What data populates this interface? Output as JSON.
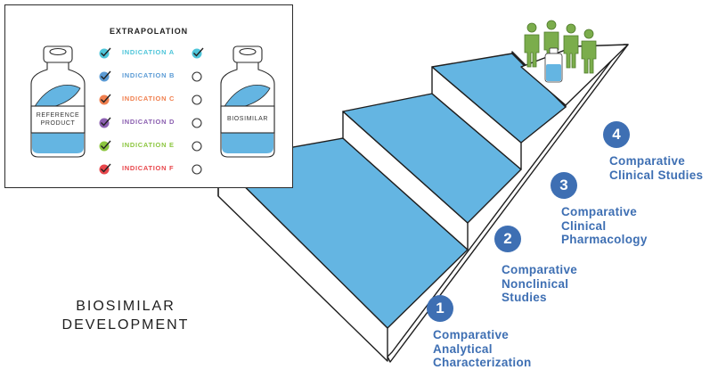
{
  "panel": {
    "title": "EXTRAPOLATION",
    "reference_label_1": "REFERENCE",
    "reference_label_2": "PRODUCT",
    "biosimilar_label": "BIOSIMILAR",
    "indications": [
      {
        "label": "INDICATION A",
        "color": "#4ec5d9",
        "checked": true
      },
      {
        "label": "INDICATION B",
        "color": "#5b9bd5",
        "checked": false
      },
      {
        "label": "INDICATION C",
        "color": "#f07f4e",
        "checked": false
      },
      {
        "label": "INDICATION D",
        "color": "#8b5fb0",
        "checked": false
      },
      {
        "label": "INDICATION E",
        "color": "#8cc63f",
        "checked": false
      },
      {
        "label": "INDICATION F",
        "color": "#e8474c",
        "checked": false
      }
    ]
  },
  "title": {
    "line1": "BIOSIMILAR",
    "line2": "DEVELOPMENT"
  },
  "steps": [
    {
      "number": "1",
      "line1": "Comparative",
      "line2": "Analytical",
      "line3": "Characterization"
    },
    {
      "number": "2",
      "line1": "Comparative",
      "line2": "Nonclinical",
      "line3": "Studies"
    },
    {
      "number": "3",
      "line1": "Comparative",
      "line2": "Clinical",
      "line3": "Pharmacology"
    },
    {
      "number": "4",
      "line1": "Comparative",
      "line2": "Clinical Studies"
    }
  ],
  "colors": {
    "step_top": "#64b5e2",
    "step_outline": "#1f1f1f",
    "step_number": "#3e6fb3",
    "person": "#7bad4c",
    "liquid": "#64b5e2"
  }
}
